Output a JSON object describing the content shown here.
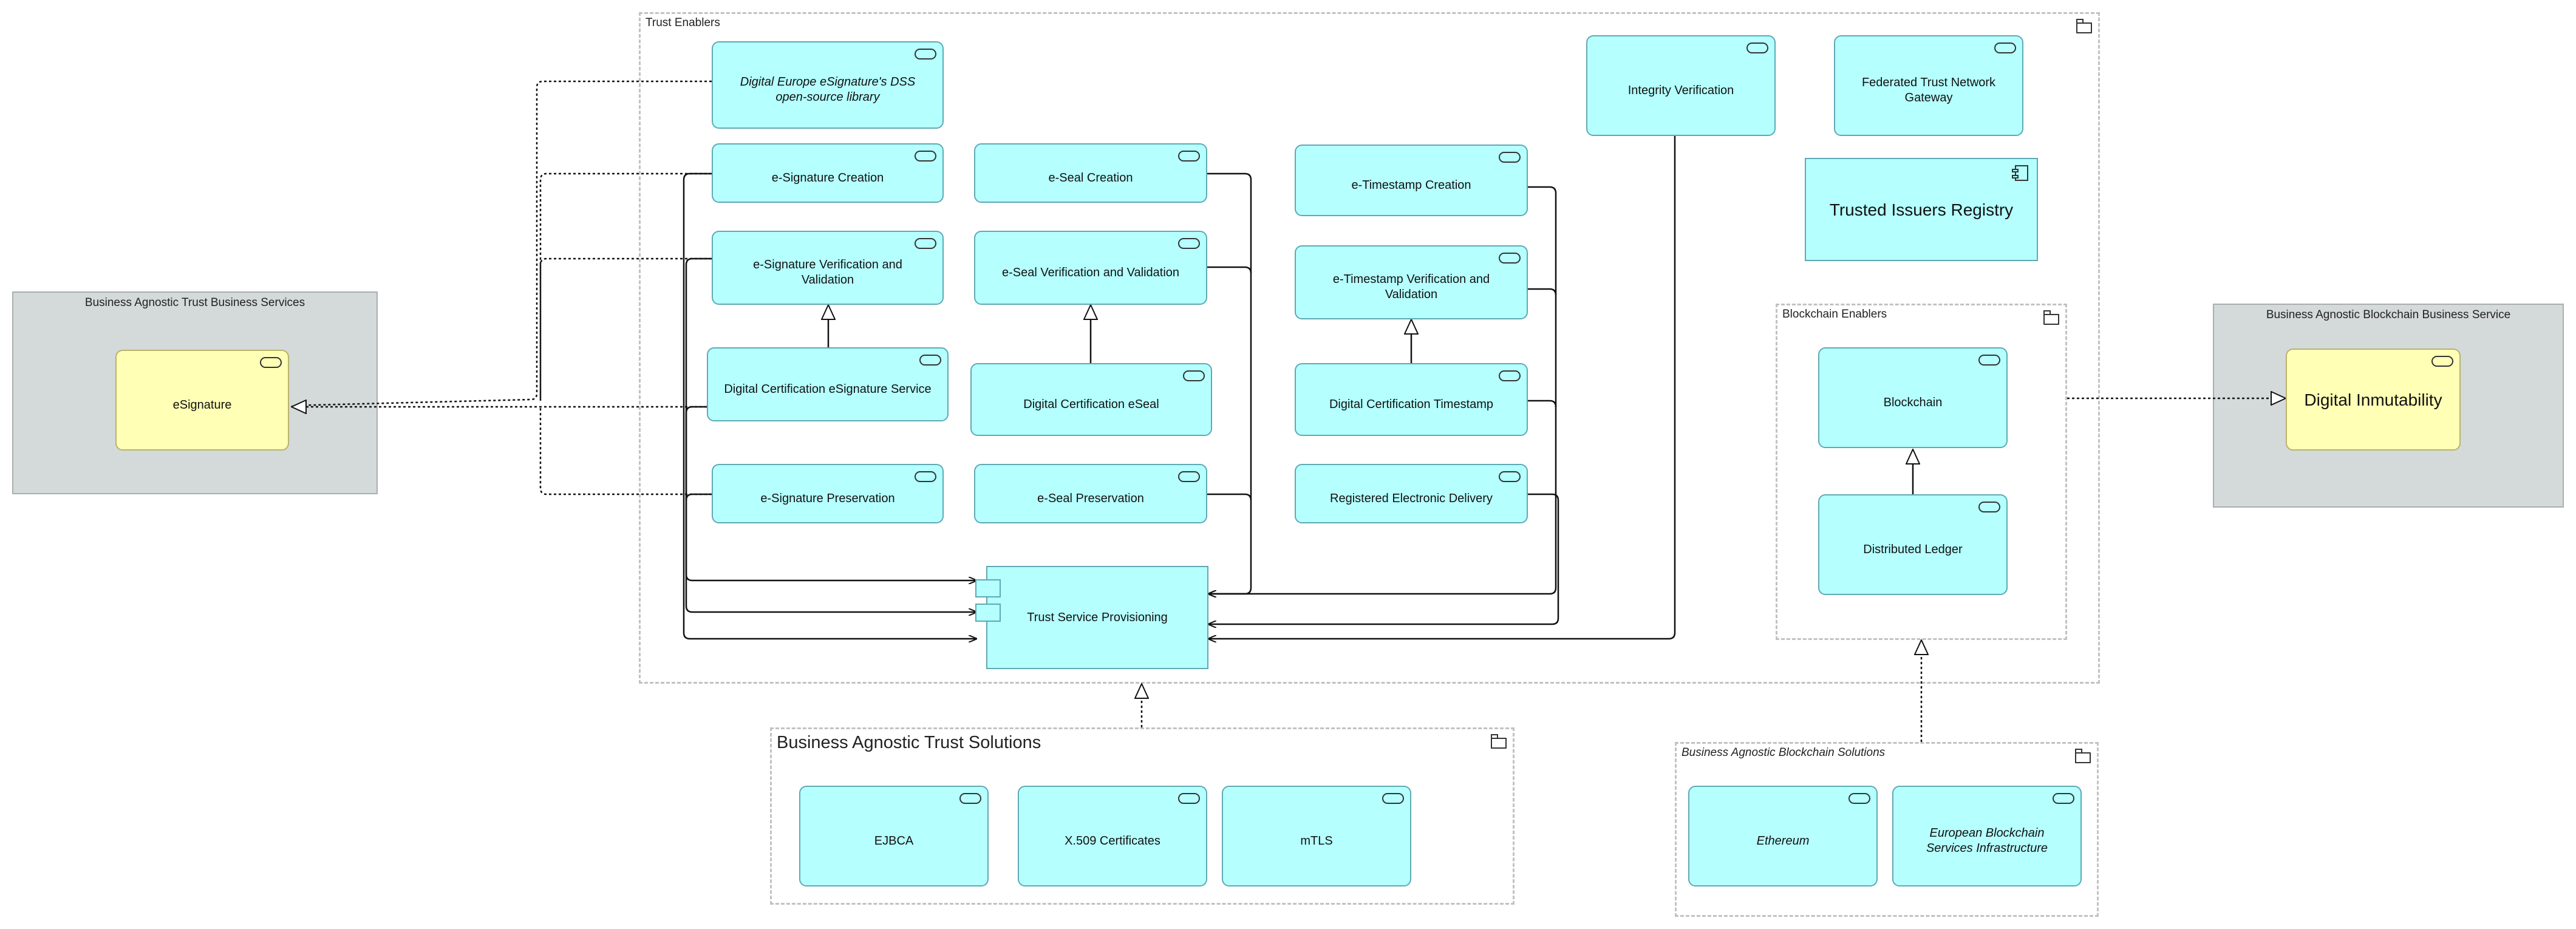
{
  "groups": {
    "trust_enablers": "Trust Enablers",
    "trust_business_services": "Business Agnostic Trust Business Services",
    "blockchain_business_service": "Business Agnostic Blockchain Business Service",
    "blockchain_enablers": "Blockchain Enablers",
    "trust_solutions": "Business Agnostic Trust Solutions",
    "blockchain_solutions": "Business Agnostic Blockchain Solutions"
  },
  "nodes": {
    "esignature": "eSignature",
    "digital_inmutability": "Digital Inmutability",
    "dss_library": "Digital Europe eSignature's DSS open-source library",
    "esig_creation": "e-Signature Creation",
    "esig_verification": "e-Signature Verification and Validation",
    "cert_esig_service": "Digital Certification eSignature Service",
    "esig_preservation": "e-Signature Preservation",
    "eseal_creation": "e-Seal Creation",
    "eseal_verification": "e-Seal Verification and Validation",
    "cert_eseal": "Digital Certification eSeal",
    "eseal_preservation": "e-Seal Preservation",
    "etimestamp_creation": "e-Timestamp Creation",
    "etimestamp_verification": "e-Timestamp Verification and Validation",
    "cert_timestamp": "Digital Certification Timestamp",
    "registered_delivery": "Registered Electronic Delivery",
    "integrity_verification": "Integrity Verification",
    "federated_gateway": "Federated Trust Network Gateway",
    "trusted_issuers": "Trusted Issuers Registry",
    "trust_provisioning": "Trust Service Provisioning",
    "blockchain": "Blockchain",
    "distributed_ledger": "Distributed Ledger",
    "ejbca": "EJBCA",
    "x509": "X.509 Certificates",
    "mtls": "mTLS",
    "ethereum": "Ethereum",
    "ebsi": "European Blockchain Services Infrastructure"
  },
  "colors": {
    "service_fill": "#b5ffff",
    "service_border": "#5fa9b4",
    "business_fill": "#ffffb5",
    "business_group_fill": "#d4d9d9",
    "group_dash": "#c2c2c2",
    "line": "#111111"
  }
}
